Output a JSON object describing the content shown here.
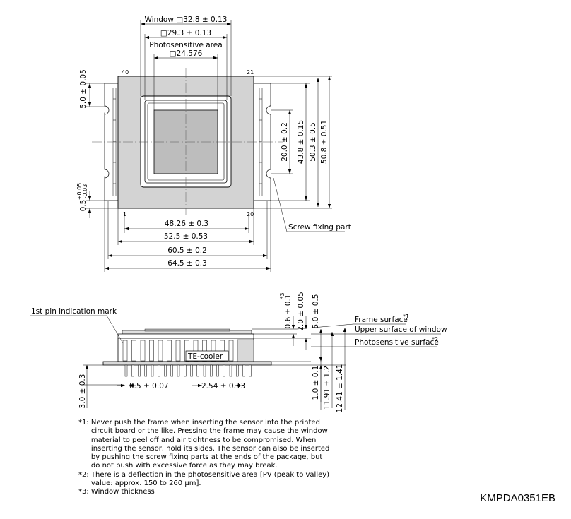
{
  "top_view": {
    "dims": {
      "window": "Window □32.8 ± 0.13",
      "inner": "□29.3 ± 0.13",
      "photo_label": "Photosensitive area",
      "photo": "□24.576",
      "d_5_0": "5.0 ± 0.05",
      "d_0_5": "0.5",
      "d_0_5_tol_top": "+0.05",
      "d_0_5_tol_bot": "-0.03",
      "d_20_0": "20.0 ± 0.2",
      "d_43_8": "43.8 ± 0.15",
      "d_50_3": "50.3 ± 0.5",
      "d_50_8": "50.8 ± 0.51",
      "d_48_26": "48.26 ± 0.3",
      "d_52_5": "52.5 ± 0.53",
      "d_60_5": "60.5 ± 0.2",
      "d_64_5": "64.5 ± 0.3"
    },
    "pins": {
      "p40": "40",
      "p21": "21",
      "p1": "1",
      "p20": "20"
    },
    "labels": {
      "screw": "Screw fixing part"
    }
  },
  "side_view": {
    "labels": {
      "pin1_mark": "1st pin indication mark",
      "te_cooler": "TE-cooler",
      "frame_surface": "Frame surface",
      "frame_sup": "*1",
      "upper_window": "Upper surface of window",
      "photo_surface": "Photosensitive surface",
      "photo_sup": "*2"
    },
    "dims": {
      "d_0_6": "0.6 ± 0.1",
      "d_0_6_sup": "*3",
      "d_2_0": "2.0 ± 0.05",
      "d_5_0": "5.0 ± 0.5",
      "d_3_0": "3.0 ± 0.3",
      "d_0_5": "0.5 ± 0.07",
      "d_2_54": "2.54 ± 0.13",
      "d_1_0": "1.0 ± 0.1",
      "d_11_91": "11.91 ± 1.2",
      "d_12_41": "12.41 ± 1.41"
    }
  },
  "notes": [
    {
      "key": "*1: ",
      "text": "Never push the frame when inserting the sensor into the printed circuit board or the like. Pressing the frame may cause the window material to peel off and air tightness to be compromised. When inserting the sensor, hold its sides. The sensor can also be inserted by pushing the screw fixing parts at the ends of the package, but do not push with excessive force as they may break."
    },
    {
      "key": "*2: ",
      "text": "There is a deflection in the photosensitive area [PV (peak to valley) value: approx. 150 to 260 μm]."
    },
    {
      "key": "*3: ",
      "text": "Window thickness"
    }
  ],
  "doc_code": "KMPDA0351EB"
}
